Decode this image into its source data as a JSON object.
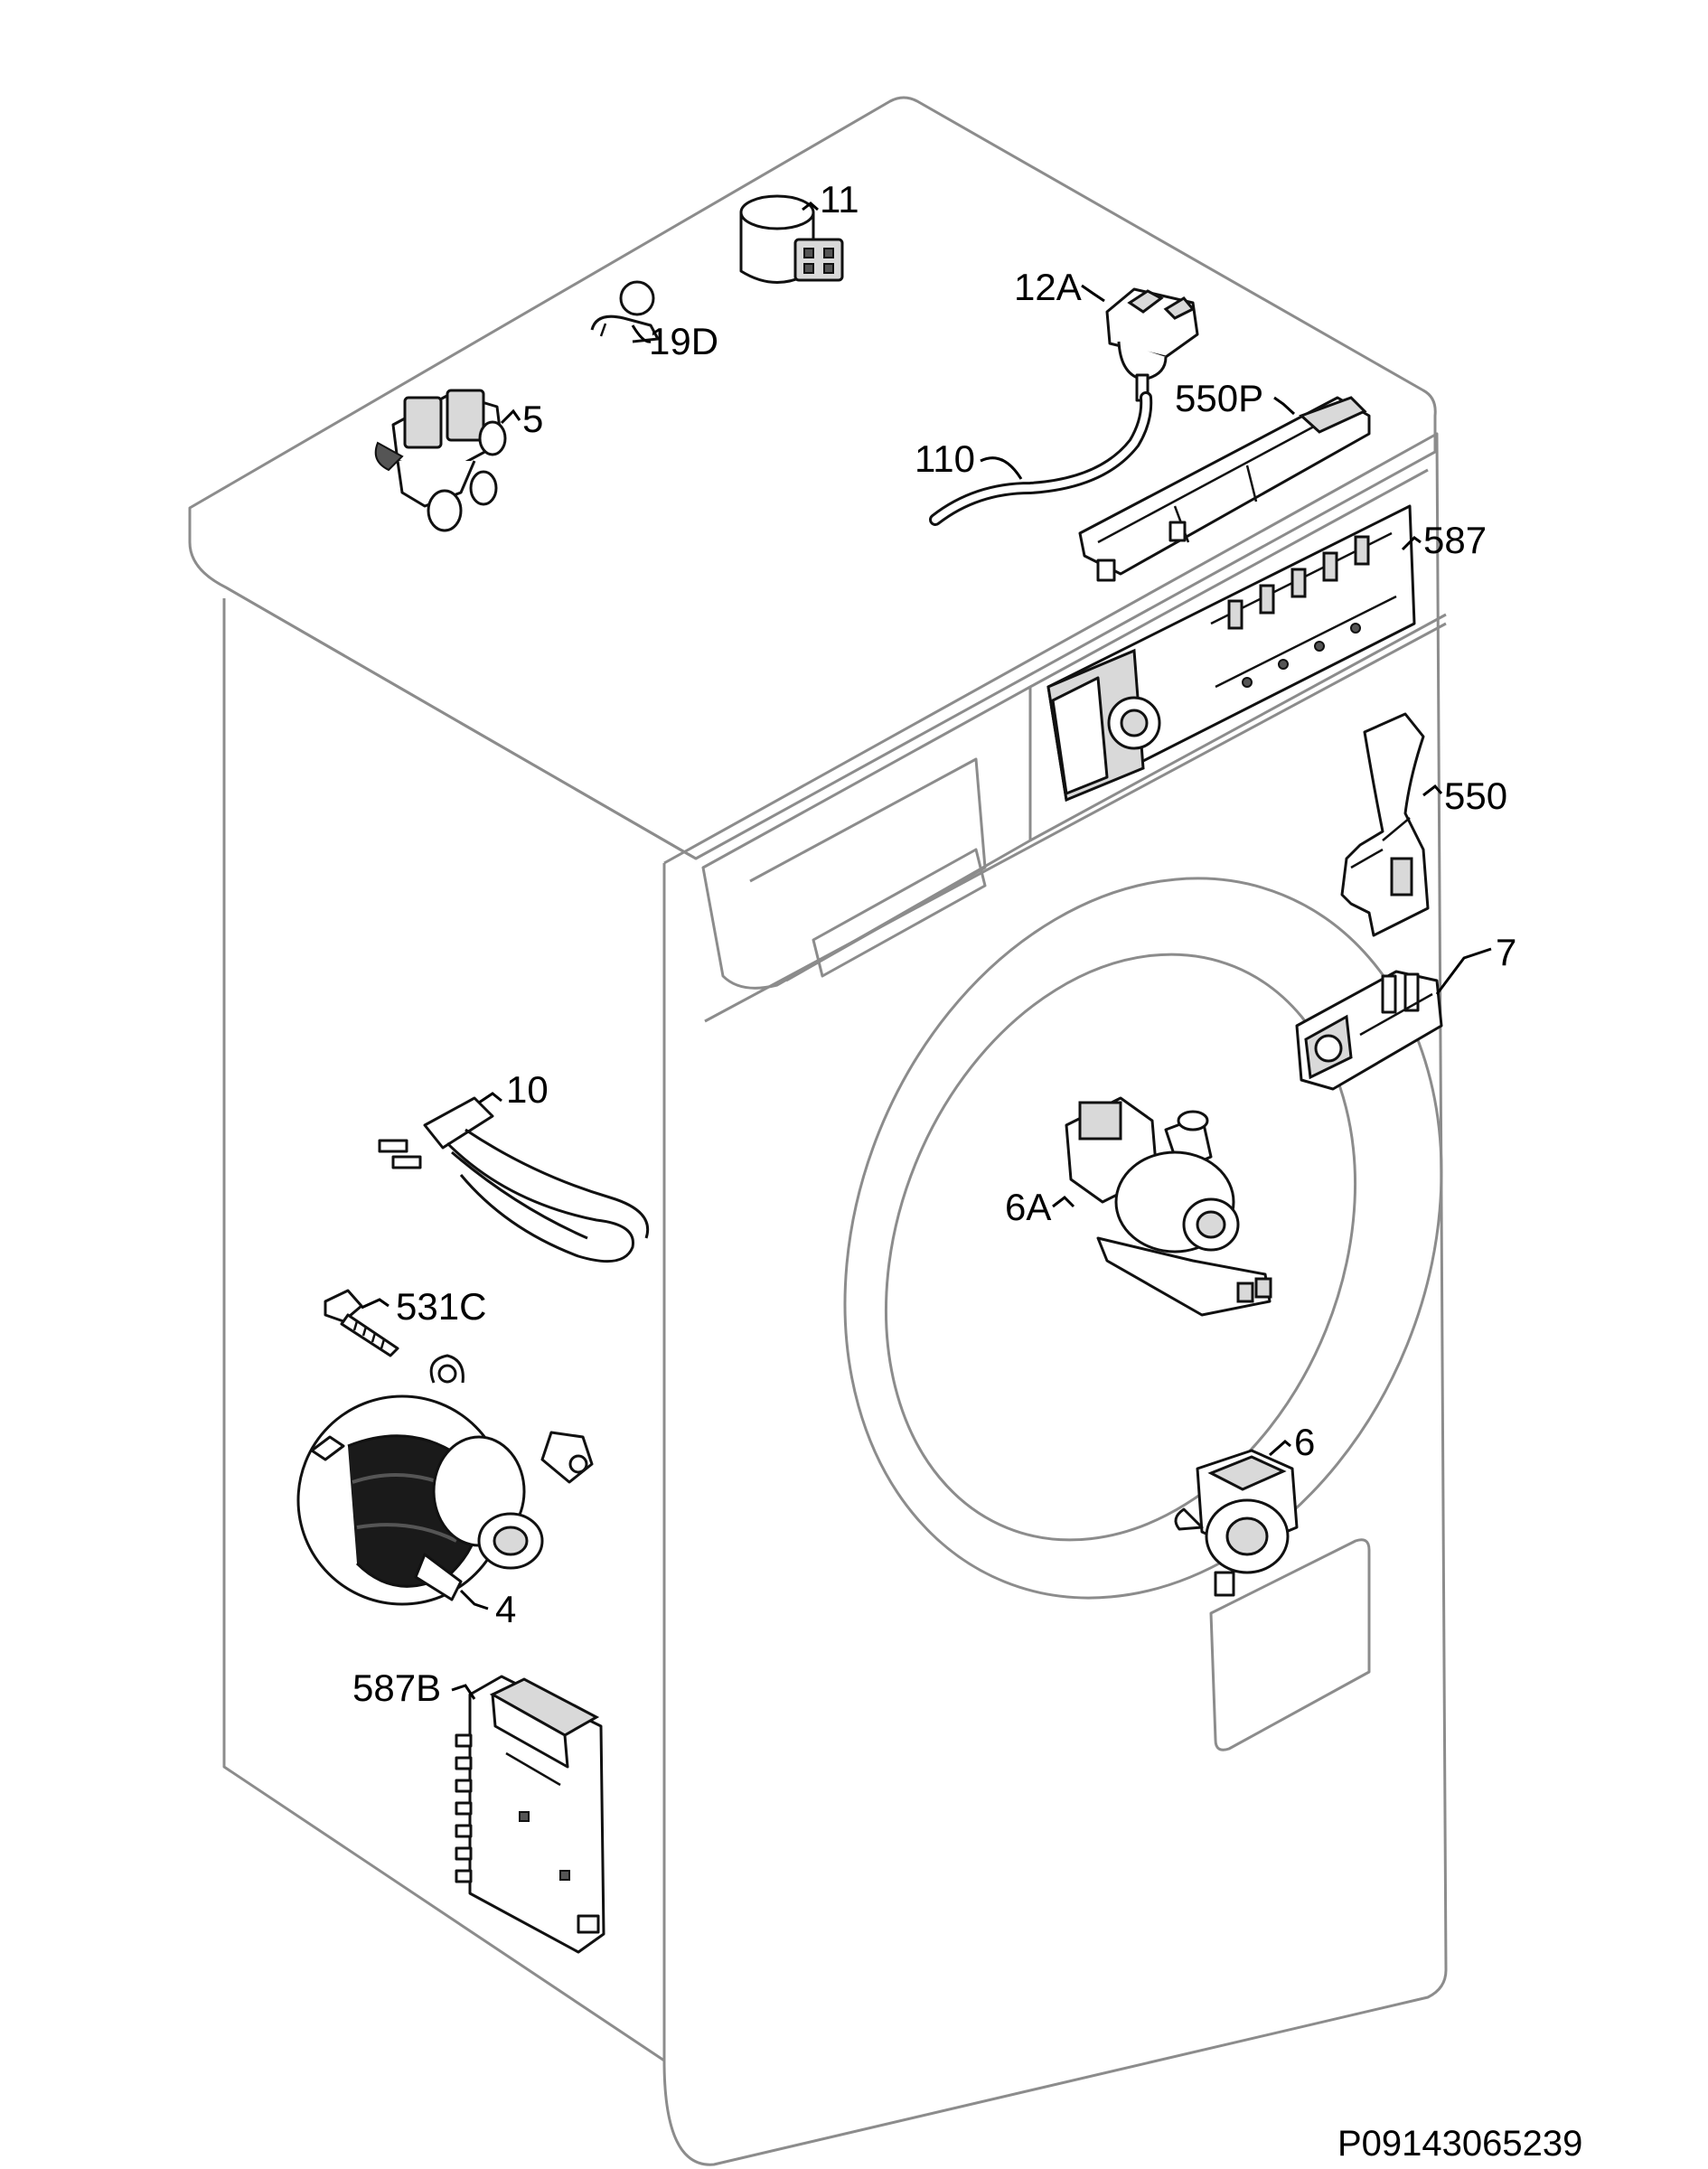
{
  "parts": [
    {
      "id": "part-11",
      "label": "11",
      "icon": "suppressor-icon"
    },
    {
      "id": "part-19d",
      "label": "19D",
      "icon": "clip-icon"
    },
    {
      "id": "part-12a",
      "label": "12A",
      "icon": "pressure-switch-icon"
    },
    {
      "id": "part-5",
      "label": "5",
      "icon": "inlet-valve-icon"
    },
    {
      "id": "part-550p",
      "label": "550P",
      "icon": "panel-icon"
    },
    {
      "id": "part-110",
      "label": "110",
      "icon": "hose-icon"
    },
    {
      "id": "part-587",
      "label": "587",
      "icon": "control-board-icon"
    },
    {
      "id": "part-550",
      "label": "550",
      "icon": "bracket-icon"
    },
    {
      "id": "part-7",
      "label": "7",
      "icon": "door-lock-icon"
    },
    {
      "id": "part-10",
      "label": "10",
      "icon": "heating-element-icon"
    },
    {
      "id": "part-6a",
      "label": "6A",
      "icon": "pump-icon"
    },
    {
      "id": "part-531c",
      "label": "531C",
      "icon": "screw-icon"
    },
    {
      "id": "part-6",
      "label": "6",
      "icon": "drain-pump-icon"
    },
    {
      "id": "part-4",
      "label": "4",
      "icon": "motor-icon"
    },
    {
      "id": "part-587b",
      "label": "587B",
      "icon": "motor-control-board-icon"
    }
  ],
  "reference_code": "P09143065239"
}
